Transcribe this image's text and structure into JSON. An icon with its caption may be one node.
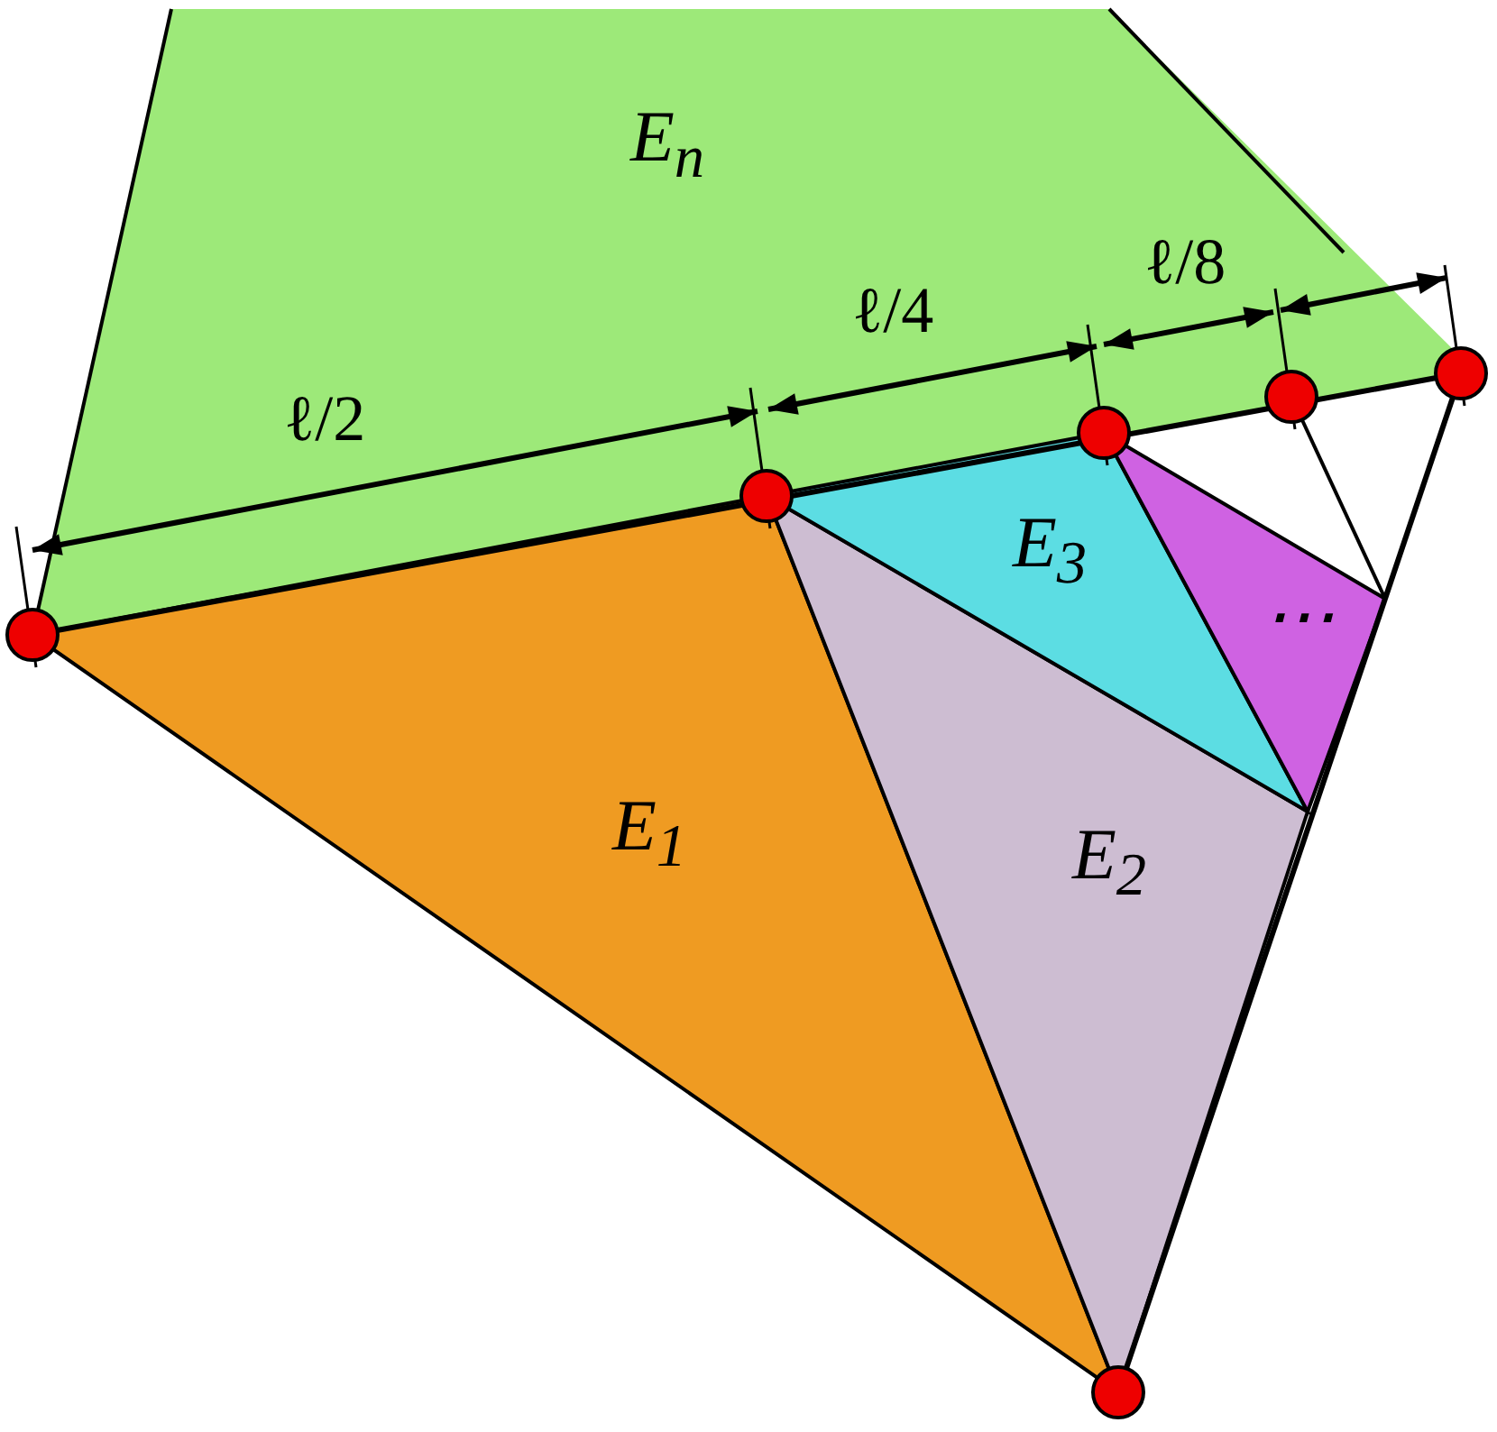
{
  "diagram": {
    "nodes": [
      {
        "text": [
          "E$_{n}$"
        ]
      },
      {
        "text": [
          "E$_{1}$"
        ]
      },
      {
        "text": [
          "E$_{2}$"
        ]
      },
      {
        "text": [
          "E$_{3}$"
        ]
      },
      {
        "text": [
          "⋯"
        ]
      }
    ],
    "labels": [
      "ℓ/2",
      "ℓ/4",
      "ℓ/8"
    ]
  }
}
